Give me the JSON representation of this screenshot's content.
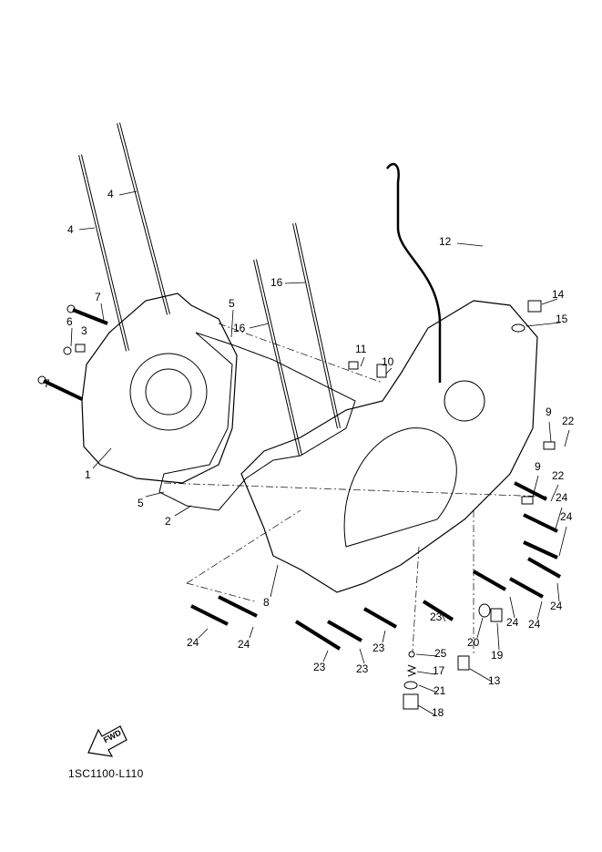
{
  "diagram": {
    "callouts": [
      "4",
      "4",
      "7",
      "6",
      "3",
      "7",
      "1",
      "5",
      "16",
      "16",
      "5",
      "2",
      "12",
      "14",
      "15",
      "11",
      "10",
      "9",
      "22",
      "9",
      "22",
      "24",
      "24",
      "8",
      "24",
      "24",
      "24",
      "24",
      "24",
      "23",
      "23",
      "23",
      "23",
      "20",
      "19",
      "25",
      "17",
      "21",
      "18",
      "13"
    ],
    "fwd_label": "FWD",
    "diagram_code": "1SC1100-L110",
    "line_color": "#000000"
  }
}
